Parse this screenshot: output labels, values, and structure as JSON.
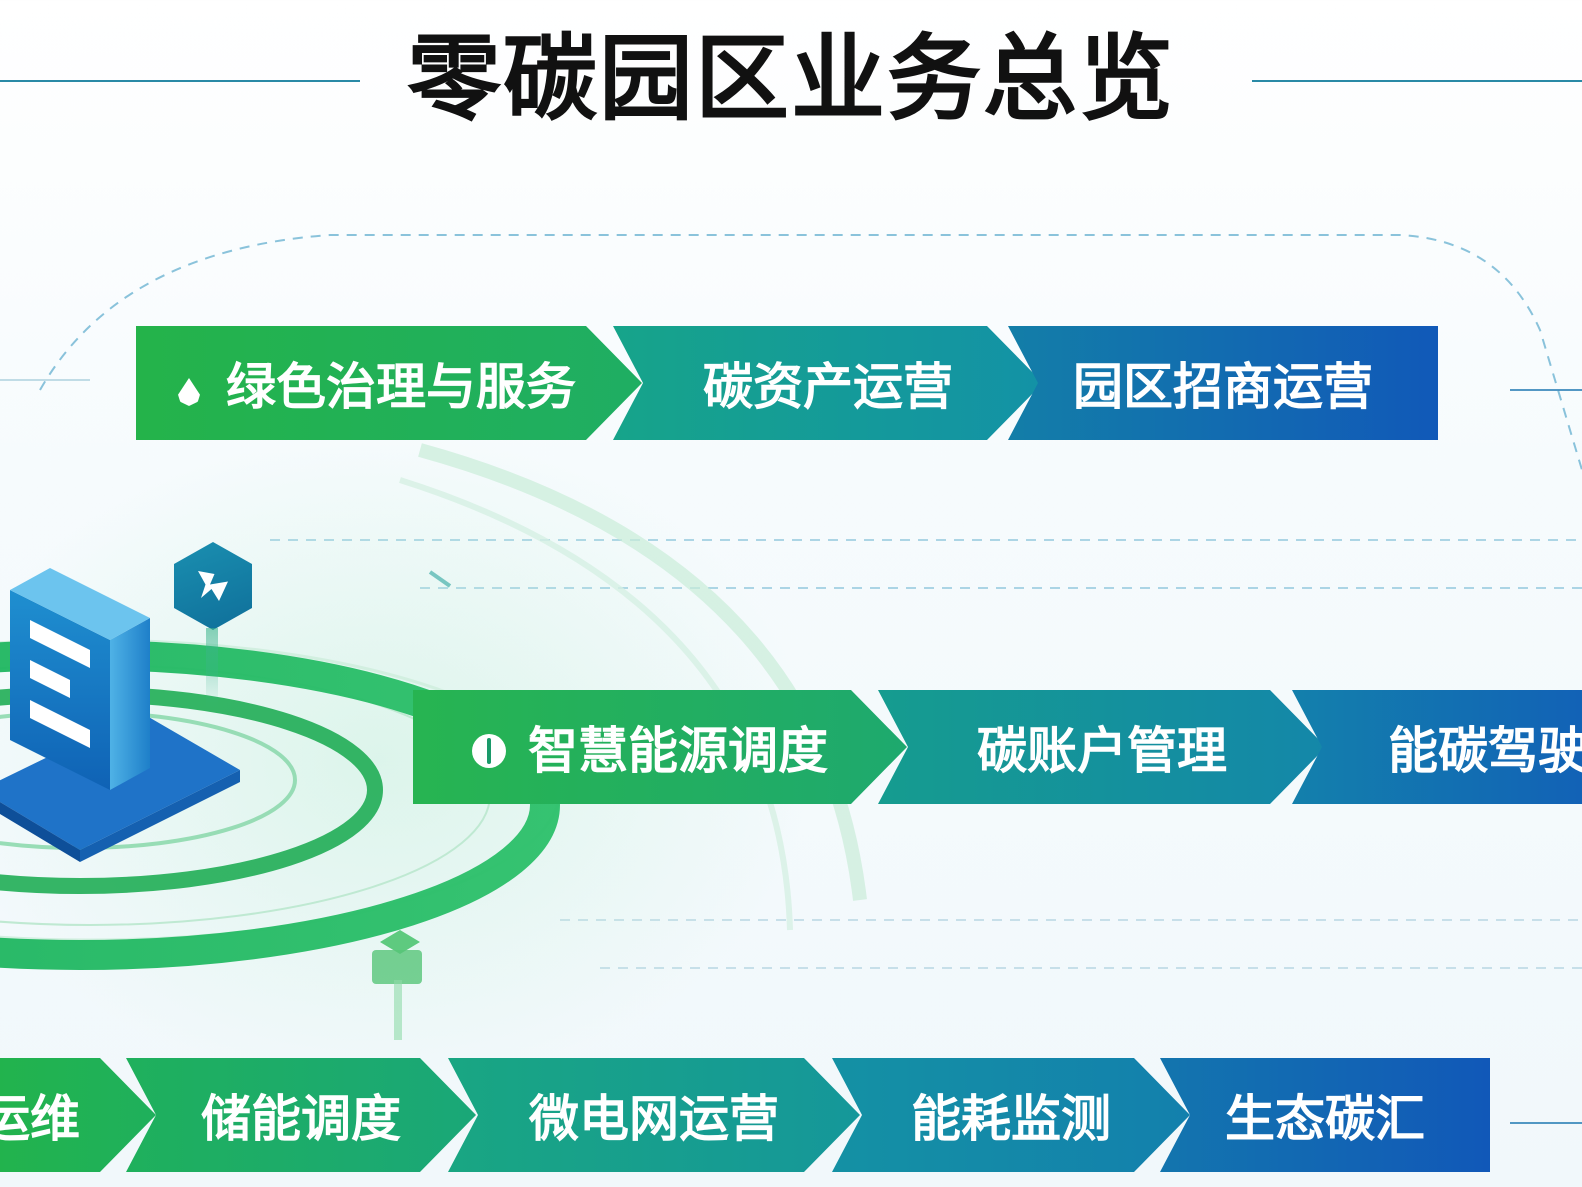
{
  "title": "零碳园区业务总览",
  "colors": {
    "green": "#22b24c",
    "teal": "#139a9e",
    "blue": "#1259b8",
    "title_line": "#2a8aa6"
  },
  "icons": [
    "drop-icon",
    "seed-icon",
    "building-icon",
    "hex-badge-icon",
    "location-pin-icon"
  ],
  "rows": [
    {
      "items": [
        {
          "label": "绿色治理与服务",
          "icon": "drop-icon"
        },
        {
          "label": "碳资产运营"
        },
        {
          "label": "园区招商运营"
        }
      ]
    },
    {
      "items": [
        {
          "label": "智慧能源调度",
          "icon": "seed-icon"
        },
        {
          "label": "碳账户管理"
        },
        {
          "label": "能碳驾驶"
        }
      ]
    },
    {
      "items": [
        {
          "label": "运维"
        },
        {
          "label": "储能调度"
        },
        {
          "label": "微电网运营"
        },
        {
          "label": "能耗监测"
        },
        {
          "label": "生态碳汇"
        }
      ]
    }
  ]
}
